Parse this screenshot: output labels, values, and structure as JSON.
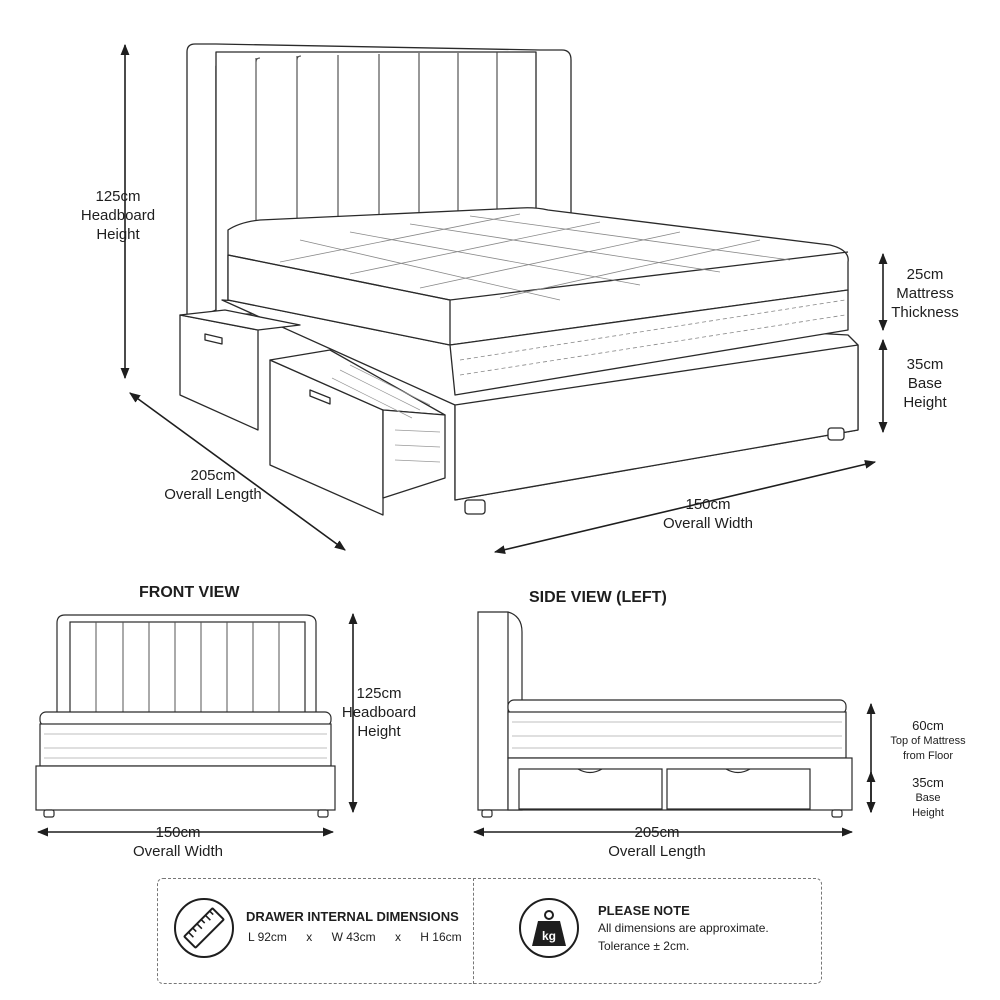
{
  "isometric": {
    "headboard": {
      "value": "125cm",
      "name": "Headboard",
      "sub": "Height"
    },
    "mattress": {
      "value": "25cm",
      "name": "Mattress",
      "sub": "Thickness"
    },
    "base": {
      "value": "35cm",
      "name": "Base",
      "sub": "Height"
    },
    "length": {
      "value": "205cm",
      "name": "Overall Length"
    },
    "width": {
      "value": "150cm",
      "name": "Overall Width"
    }
  },
  "front_view": {
    "title": "FRONT VIEW",
    "headboard": {
      "value": "125cm",
      "name": "Headboard",
      "sub": "Height"
    },
    "width": {
      "value": "150cm",
      "name": "Overall Width"
    }
  },
  "side_view": {
    "title": "SIDE VIEW (LEFT)",
    "mattress_top": {
      "value": "60cm",
      "name": "Top of Mattress",
      "sub": "from Floor"
    },
    "base": {
      "value": "35cm",
      "name": "Base",
      "sub": "Height"
    },
    "length": {
      "value": "205cm",
      "name": "Overall Length"
    }
  },
  "notes": {
    "drawer": {
      "title": "DRAWER INTERNAL DIMENSIONS",
      "l": "L 92cm",
      "x1": "x",
      "w": "W 43cm",
      "x2": "x",
      "h": "H 16cm",
      "icon": "ruler-icon"
    },
    "please": {
      "title": "PLEASE NOTE",
      "line1": "All dimensions are approximate.",
      "line2": "Tolerance ± 2cm.",
      "icon": "weight-icon",
      "icon_text": "kg"
    }
  }
}
